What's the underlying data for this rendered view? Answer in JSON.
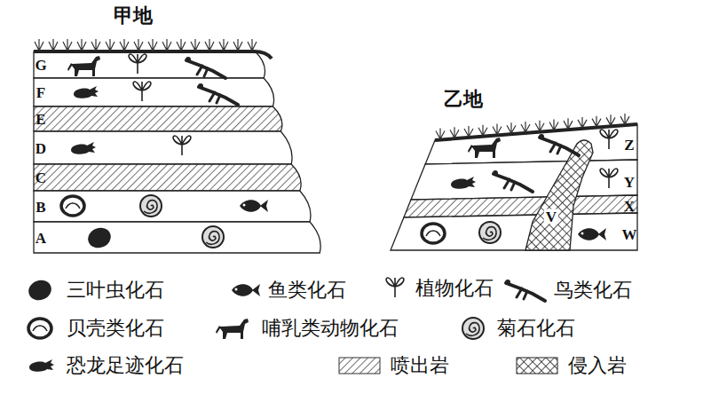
{
  "diagram": {
    "labels": [
      "甲地",
      "乙地",
      "G",
      "F",
      "E",
      "D",
      "C",
      "B",
      "A",
      "Z",
      "Y",
      "X",
      "W",
      "V"
    ],
    "legend": [
      {
        "text": "三叶虫化石"
      },
      {
        "text": "鱼类化石"
      },
      {
        "text": "植物化石"
      },
      {
        "text": "鸟类化石"
      },
      {
        "text": "贝壳类化石"
      },
      {
        "text": "哺乳类动物化石"
      },
      {
        "text": "菊石化石"
      },
      {
        "text": "恐龙足迹化石"
      },
      {
        "text": "喷出岩"
      },
      {
        "text": "侵入岩"
      }
    ]
  }
}
